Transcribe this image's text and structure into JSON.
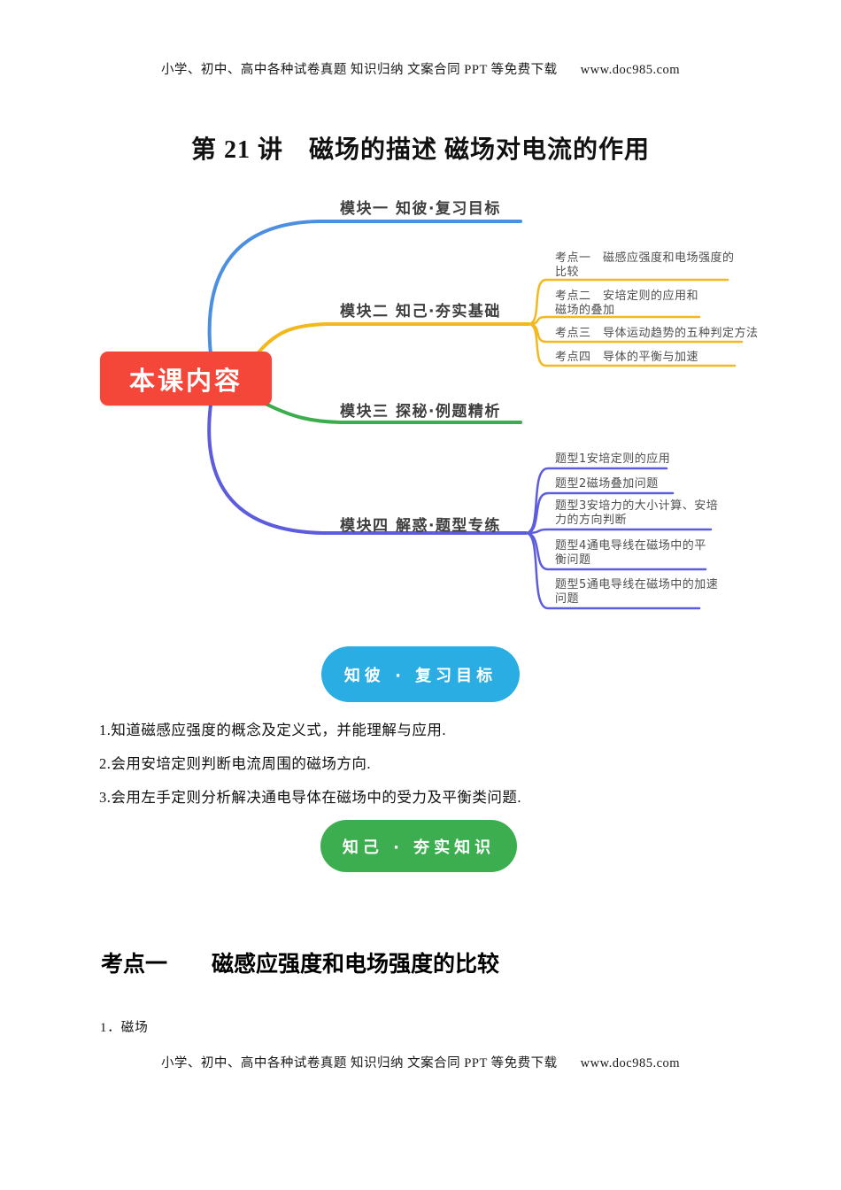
{
  "header": {
    "text": "小学、初中、高中各种试卷真题 知识归纳 文案合同 PPT 等免费下载",
    "url": "www.doc985.com"
  },
  "title": "第 21 讲　磁场的描述 磁场对电流的作用",
  "mindmap": {
    "root": {
      "label": "本课内容",
      "color": "#f4473a"
    },
    "branches": [
      {
        "label": "模块一 知彼·复习目标",
        "color": "#4a8fe0",
        "children": []
      },
      {
        "label": "模块二 知己·夯实基础",
        "color": "#f3b81c",
        "children": [
          "考点一　磁感应强度和电场强度的\n比较",
          "考点二　安培定则的应用和\n磁场的叠加",
          "考点三　导体运动趋势的五种判定方法",
          "考点四　导体的平衡与加速"
        ]
      },
      {
        "label": "模块三 探秘·例题精析",
        "color": "#3bad4c",
        "children": []
      },
      {
        "label": "模块四 解惑·题型专练",
        "color": "#5c5cdd",
        "children": [
          "题型1安培定则的应用",
          "题型2磁场叠加问题",
          "题型3安培力的大小计算、安培\n力的方向判断",
          "题型4通电导线在磁场中的平\n衡问题",
          "题型5通电导线在磁场中的加速\n问题"
        ]
      }
    ]
  },
  "badges": {
    "review": {
      "label": "知彼 · 复习目标",
      "color": "#29ade3"
    },
    "consolidate": {
      "label": "知己 · 夯实知识",
      "color": "#3cae50"
    }
  },
  "objectives": [
    "1.知道磁感应强度的概念及定义式，并能理解与应用.",
    "2.会用安培定则判断电流周围的磁场方向.",
    "3.会用左手定则分析解决通电导体在磁场中的受力及平衡类问题."
  ],
  "section": {
    "heading": "考点一　　磁感应强度和电场强度的比较",
    "subitem": "1．磁场"
  },
  "footer": {
    "text": "小学、初中、高中各种试卷真题 知识归纳 文案合同 PPT 等免费下载",
    "url": "www.doc985.com"
  }
}
